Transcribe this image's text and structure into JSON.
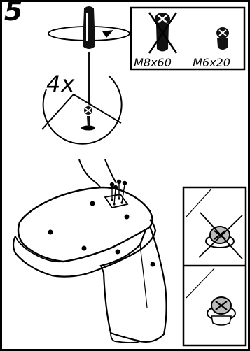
{
  "step": {
    "number": "5"
  },
  "instruction": {
    "quantity": "4x"
  },
  "parts": [
    {
      "label": "M8x60",
      "status": "do-not-use",
      "icon": "bolt-crossed-out-icon"
    },
    {
      "label": "M6x20",
      "status": "use",
      "icon": "short-bolt-icon"
    }
  ],
  "details": [
    {
      "status": "incorrect",
      "icon": "bolt-head-crossed-out-icon"
    },
    {
      "status": "correct",
      "icon": "bolt-head-correct-icon"
    }
  ],
  "tool": {
    "icon": "screwdriver-icon"
  },
  "colors": {
    "ink": "#000000",
    "paper": "#ffffff"
  }
}
